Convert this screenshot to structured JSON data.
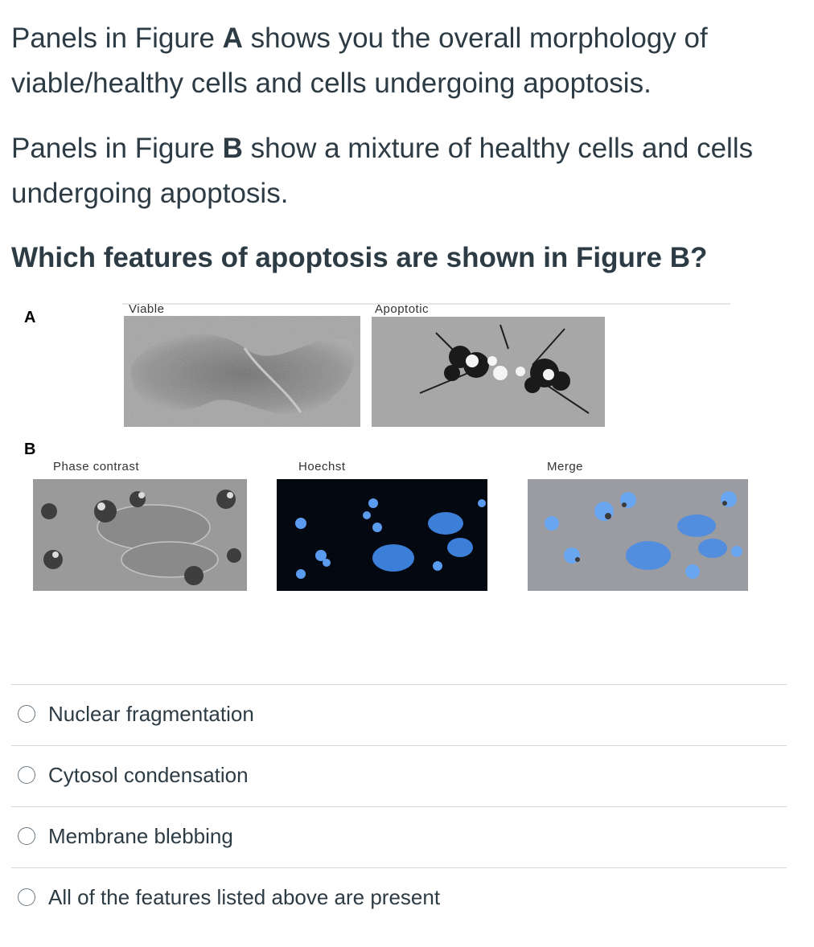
{
  "question": {
    "p1_a": "Panels in Figure ",
    "p1_b": "A",
    "p1_c": " shows you the overall morphology of viable/healthy cells and cells undergoing apoptosis.",
    "p2_a": "Panels in Figure ",
    "p2_b": "B",
    "p2_c": " show a mixture of healthy cells and cells undergoing apoptosis.",
    "prompt": "Which features of apoptosis are shown in Figure B?"
  },
  "figure": {
    "panel_a_letter": "A",
    "panel_b_letter": "B",
    "a_captions": [
      "Viable",
      "Apoptotic"
    ],
    "b_captions": [
      "Phase contrast",
      "Hoechst",
      "Merge"
    ]
  },
  "options": [
    {
      "label": "Nuclear fragmentation"
    },
    {
      "label": "Cytosol condensation"
    },
    {
      "label": "Membrane blebbing"
    },
    {
      "label": "All of the features listed above are present"
    }
  ]
}
